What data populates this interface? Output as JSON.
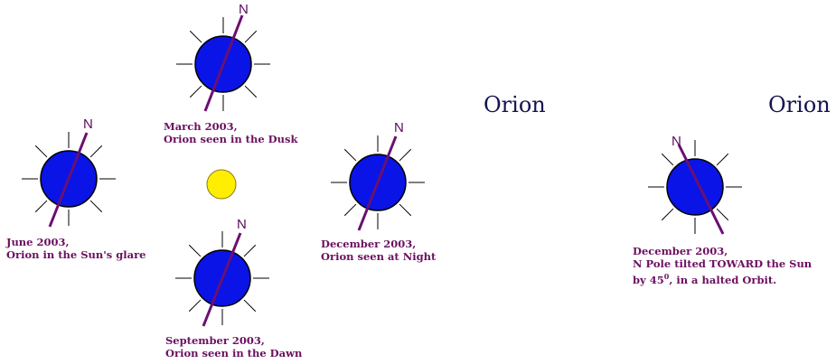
{
  "colors": {
    "earth_fill": "#0a14e6",
    "earth_stroke": "#000000",
    "axis": "#6a1070",
    "ray": "#000000",
    "sun_fill": "#ffee00",
    "sun_stroke": "#8a7a00",
    "caption_text": "#6b1060",
    "orion_text": "#141450"
  },
  "earths": [
    {
      "id": "march",
      "pole_label": "N",
      "caption": [
        "March 2003,",
        "Orion seen in the Dusk"
      ]
    },
    {
      "id": "june",
      "pole_label": "N",
      "caption": [
        "June 2003,",
        "Orion in the Sun's glare"
      ]
    },
    {
      "id": "december",
      "pole_label": "N",
      "caption": [
        "December 2003,",
        "Orion seen at Night"
      ]
    },
    {
      "id": "september",
      "pole_label": "N",
      "caption": [
        "September 2003,",
        "Orion seen in the Dawn"
      ]
    },
    {
      "id": "december-halted",
      "pole_label": "N",
      "caption": [
        "December 2003,",
        "N Pole tilted TOWARD the Sun",
        "by 45",
        "0",
        ", in a halted Orbit."
      ]
    }
  ],
  "sun": {
    "name": "sun"
  },
  "constellation_labels": [
    "Orion",
    "Orion"
  ]
}
